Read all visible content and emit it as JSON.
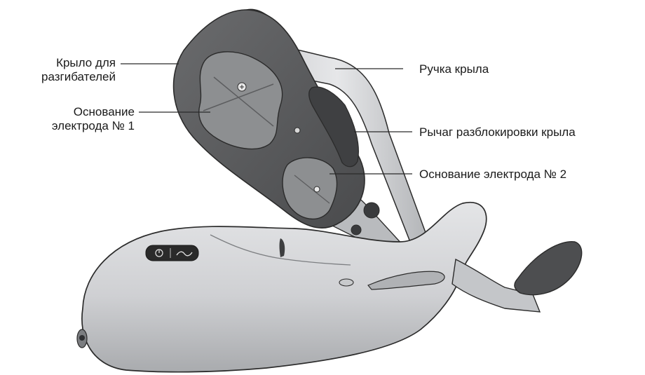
{
  "callouts": {
    "extensor_wing": "Крыло для\nразгибателей",
    "electrode_base_1": "Основание\nэлектрода № 1",
    "wing_handle": "Ручка крыла",
    "wing_release_lever": "Рычаг разблокировки крыла",
    "electrode_base_2": "Основание электрода № 2"
  },
  "colors": {
    "body_light": "#d6d7d9",
    "body_mid": "#bcbec1",
    "body_shadow": "#9a9c9f",
    "wing_dark": "#5a5b5d",
    "wing_darker": "#3d3e40",
    "pad_gray": "#8e9092",
    "outline": "#2b2b2b",
    "control_panel": "#2a2a2a"
  },
  "icons": [
    "power-icon",
    "wave-icon"
  ]
}
